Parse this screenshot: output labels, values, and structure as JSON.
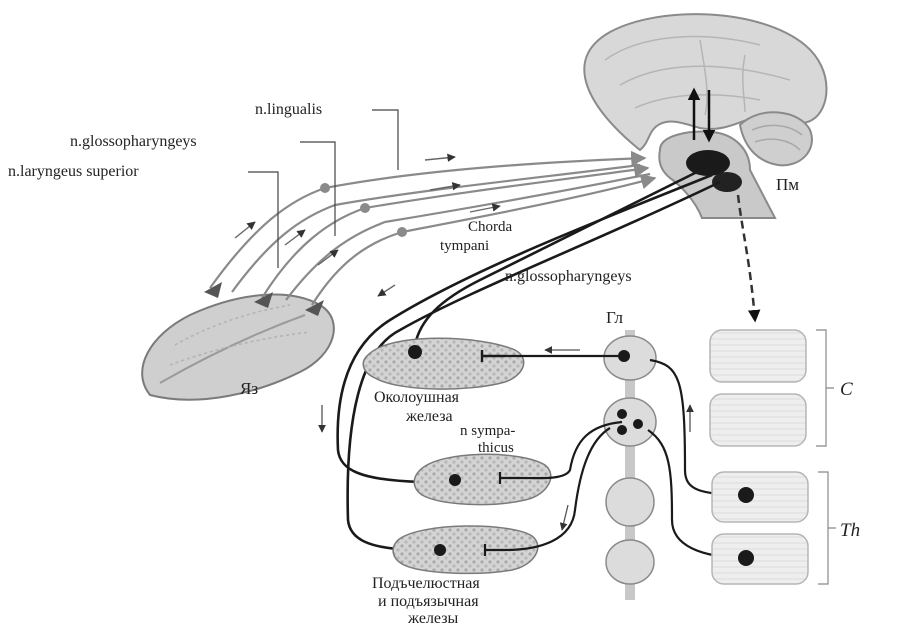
{
  "labels": {
    "lingualis": "n.lingualis",
    "glossopharyngeys_top": "n.glossopharyngeys",
    "laryngeus": "n.laryngeus superior",
    "chorda_1": "Chorda",
    "chorda_2": "tympani",
    "glossopharyngeys_mid": "n.glossopharyngeys",
    "pm": "Пм",
    "gl": "Гл",
    "yaz": "Яз",
    "parotid_1": "Околоушная",
    "parotid_2": "железа",
    "sympathicus_1": "n sympa-",
    "sympathicus_2": "thicus",
    "submand_1": "Подъчелюстная",
    "submand_2": "и подъязычная",
    "submand_3": "железы",
    "seg_c": "C",
    "seg_th": "Th"
  }
}
